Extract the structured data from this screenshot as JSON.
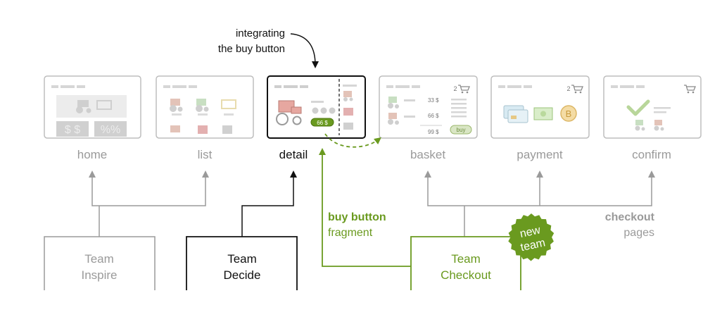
{
  "annotation": {
    "line1": "integrating",
    "line2": "the buy button"
  },
  "pages": [
    {
      "id": "home",
      "label": "home",
      "active": false
    },
    {
      "id": "list",
      "label": "list",
      "active": false
    },
    {
      "id": "detail",
      "label": "detail",
      "active": true,
      "price_badge": "66 $"
    },
    {
      "id": "basket",
      "label": "basket",
      "active": false,
      "cart_count": "2",
      "prices": [
        "33 $",
        "66 $",
        "99 $"
      ],
      "buy_label": "buy"
    },
    {
      "id": "payment",
      "label": "payment",
      "active": false,
      "cart_count": "2"
    },
    {
      "id": "confirm",
      "label": "confirm",
      "active": false
    }
  ],
  "home_tiles": [
    "$ $",
    "%%"
  ],
  "fragment": {
    "line1": "buy button",
    "line2": "fragment"
  },
  "checkout_pages": {
    "line1": "checkout",
    "line2": "pages"
  },
  "teams": [
    {
      "id": "inspire",
      "line1": "Team",
      "line2": "Inspire"
    },
    {
      "id": "decide",
      "line1": "Team",
      "line2": "Decide"
    },
    {
      "id": "checkout",
      "line1": "Team",
      "line2": "Checkout"
    }
  ],
  "badge": {
    "line1": "new",
    "line2": "team"
  },
  "colors": {
    "green": "#6a9a1f",
    "grey": "#9a9a9a",
    "black": "#111111",
    "light": "#d9d9d9"
  }
}
